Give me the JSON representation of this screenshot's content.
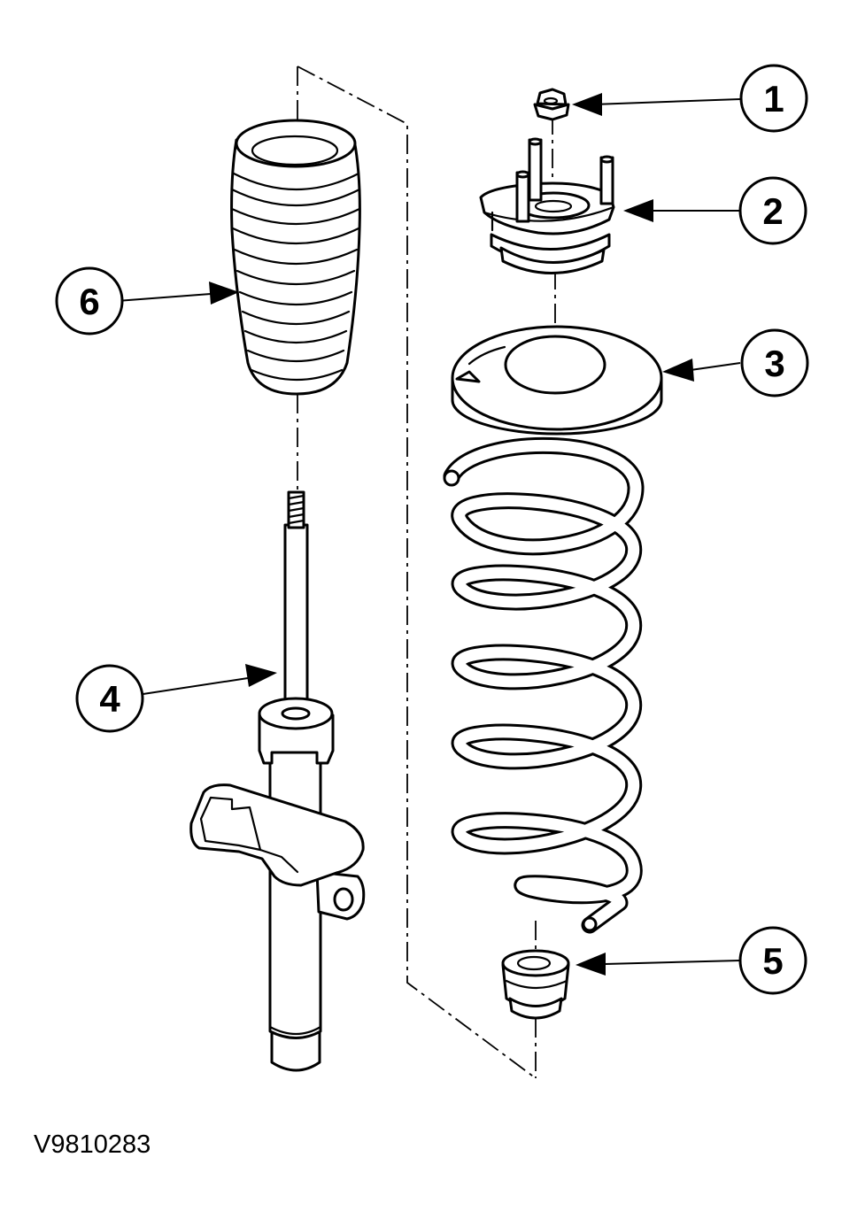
{
  "callouts": [
    {
      "id": "1",
      "label": "1",
      "part": "nut-icon"
    },
    {
      "id": "2",
      "label": "2",
      "part": "top-mount-icon"
    },
    {
      "id": "3",
      "label": "3",
      "part": "spring-seat-icon"
    },
    {
      "id": "4",
      "label": "4",
      "part": "strut-icon"
    },
    {
      "id": "5",
      "label": "5",
      "part": "bump-stop-icon"
    },
    {
      "id": "6",
      "label": "6",
      "part": "dust-boot-icon"
    }
  ],
  "figure_code": "V9810283"
}
